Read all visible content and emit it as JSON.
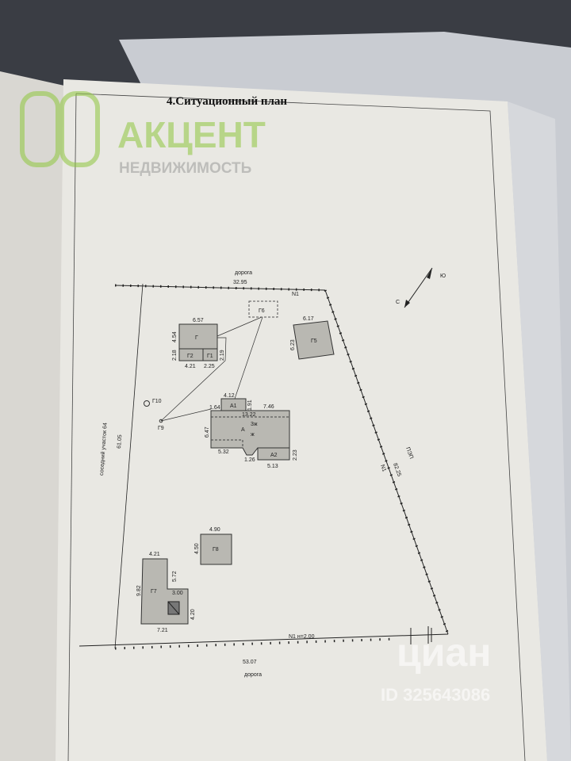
{
  "document": {
    "title": "4.Ситуационный план",
    "roads": {
      "top": "дорога",
      "bottom": "дорога"
    },
    "boundary": {
      "top_length": "32.95",
      "top_label": "N1",
      "left_length": "61.05",
      "left_label": "соседний участок 64",
      "right_length": "82.25",
      "right_label": "N1",
      "right_note": "ПЭП",
      "bottom_length": "53.07",
      "bottom_label": "N1 н=2.00"
    },
    "compass": {
      "north": "С",
      "south": "Ю"
    },
    "buildings": {
      "g": {
        "name": "Г",
        "w": "6.57",
        "h": "4.54"
      },
      "g2": {
        "name": "Г2",
        "w": "4.21",
        "h": "2.18"
      },
      "g1": {
        "name": "Г1",
        "w": "2.25",
        "h": "2.19"
      },
      "g6": {
        "name": "Г6"
      },
      "g5": {
        "name": "Г5",
        "w": "6.17",
        "h": "6.23"
      },
      "g10": {
        "name": "Г10"
      },
      "g9": {
        "name": "Г9"
      },
      "a": {
        "name": "А",
        "floors": "3ж",
        "mat": "ж",
        "w": "13.22",
        "h": "6.47",
        "d1": "5.32",
        "d2": "1.26",
        "d3": "7.46",
        "d4": "1.64"
      },
      "a1": {
        "name": "А1",
        "w": "4.12",
        "h": "1.91"
      },
      "a2": {
        "name": "А2",
        "w": "5.13",
        "h": "2.23"
      },
      "g8": {
        "name": "Г8",
        "w": "4.90",
        "h": "4.50"
      },
      "g7": {
        "name": "Г7",
        "top": "4.21",
        "left": "9.82",
        "inner": "5.72",
        "step": "3.00",
        "right": "4.20",
        "bottom": "7.21"
      }
    }
  },
  "watermarks": {
    "agency": "АКЦЕНТ",
    "agency_sub": "НЕДВИЖИМОСТЬ",
    "site": "циан",
    "id": "ID 325643086"
  }
}
